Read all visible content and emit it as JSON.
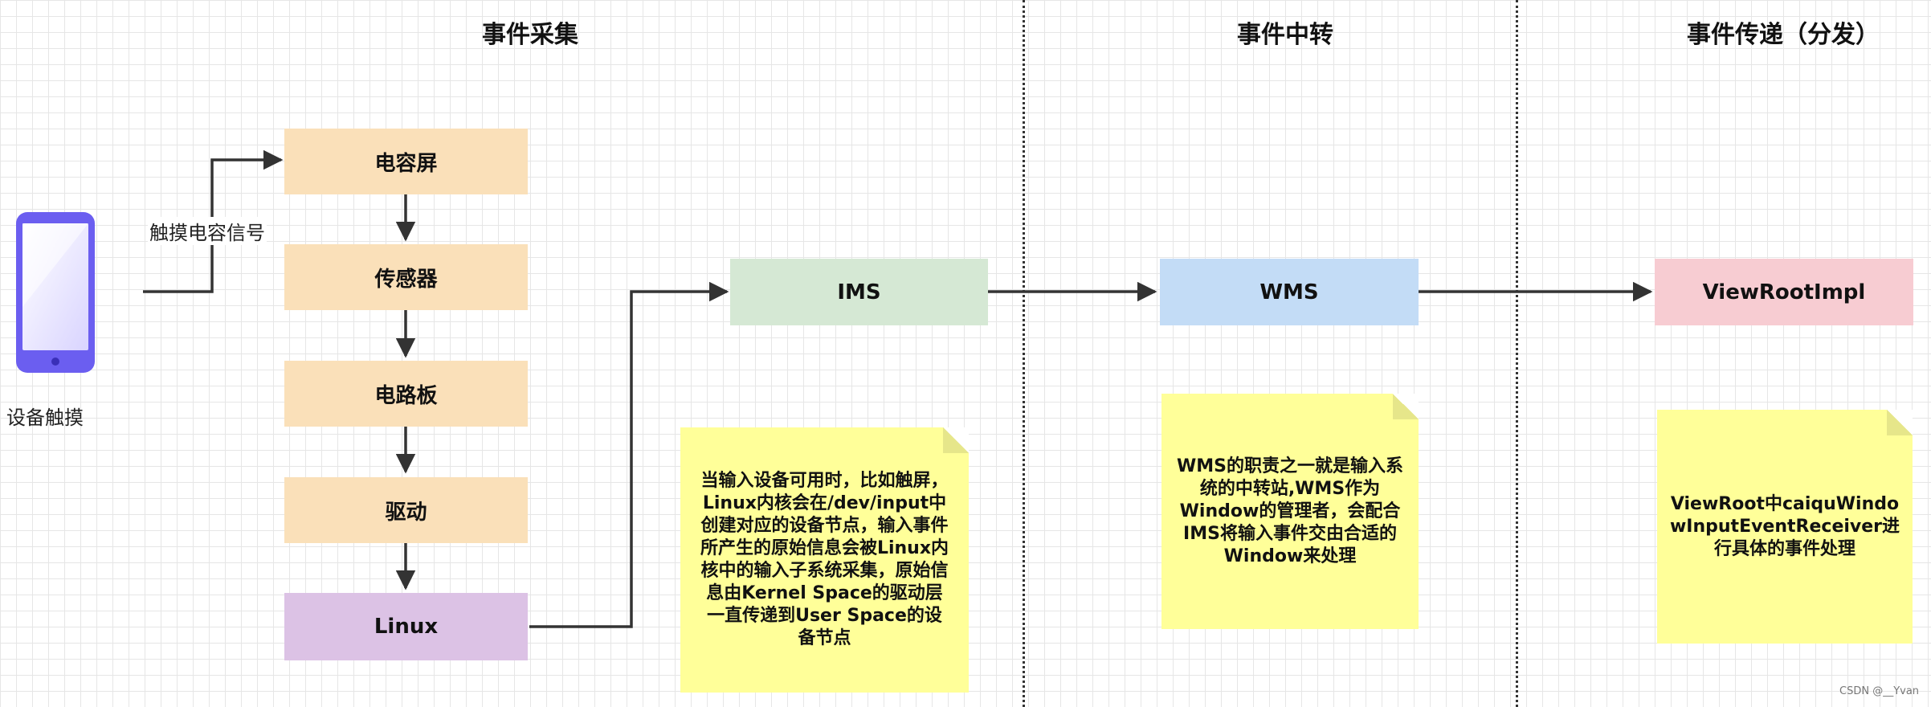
{
  "lanes": {
    "capture": "事件采集",
    "relay": "事件中转",
    "dispatch": "事件传递（分发）"
  },
  "device": {
    "label": "设备触摸",
    "edge_label": "触摸电容信号"
  },
  "capture_boxes": {
    "screen": "电容屏",
    "sensor": "传感器",
    "board": "电路板",
    "driver": "驱动",
    "linux": "Linux"
  },
  "relay_boxes": {
    "ims": "IMS",
    "wms": "WMS",
    "viewrootimpl": "ViewRootImpl"
  },
  "notes": {
    "ims_note": "当输入设备可用时，比如触屏，Linux内核会在/dev/input中创建对应的设备节点，输入事件所产生的原始信息会被Linux内核中的输入子系统采集，原始信息由Kernel Space的驱动层一直传递到User Space的设备节点",
    "wms_note": "WMS的职责之一就是输入系统的中转站,WMS作为Window的管理者，会配合IMS将输入事件交由合适的Window来处理",
    "viewroot_note": "ViewRoot中caiquWindowInputEventReceiver进行具体的事件处理"
  },
  "watermark": "CSDN @__Yvan",
  "colors": {
    "capture_box": "#fae0b9",
    "linux_box": "#dcc2e5",
    "ims_box": "#d5e8d4",
    "wms_box": "#c3dcf6",
    "viewrootimpl_box": "#f7ccd2",
    "note": "#ffff99",
    "phone": "#6b5ef0"
  }
}
